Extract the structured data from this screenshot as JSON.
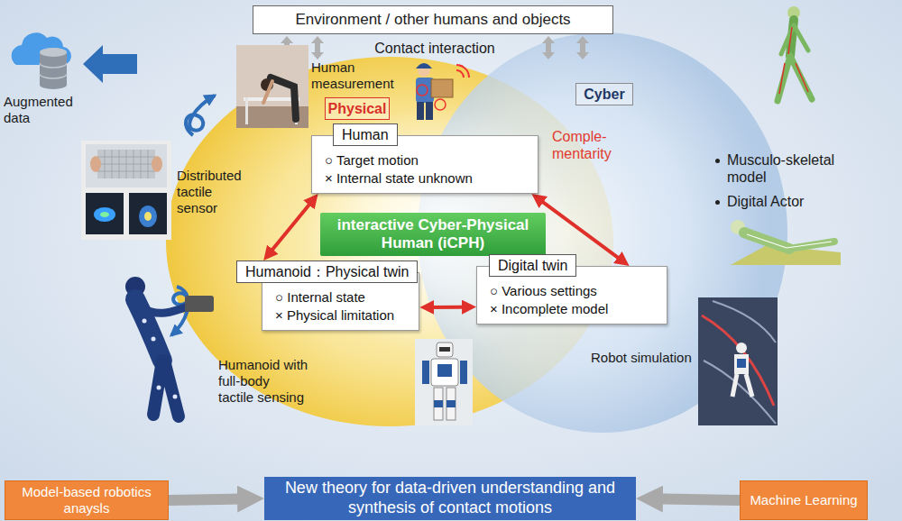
{
  "diagram": {
    "nodes": [
      {
        "text": [
          "Environment / other humans and objects"
        ]
      },
      {
        "text": [
          "Physical"
        ]
      },
      {
        "text": [
          "Cyber"
        ]
      },
      {
        "text": [
          "Human",
          "○ Target motion",
          "× Internal state unknown"
        ]
      },
      {
        "text": [
          "interactive Cyber-Physical Human (iCPH)"
        ]
      },
      {
        "text": [
          "Humanoid：Physical twin",
          "○ Internal state",
          "× Physical limitation"
        ]
      },
      {
        "text": [
          "Digital twin",
          "○ Various settings",
          "× Incomplete model"
        ]
      },
      {
        "text": [
          "Model-based robotics anaysls"
        ]
      },
      {
        "text": [
          "New theory for data-driven understanding and synthesis of contact motions"
        ]
      },
      {
        "text": [
          "Machine Learning"
        ]
      }
    ],
    "edges": [
      {
        "from": 3,
        "to": 5,
        "arrow": "both"
      },
      {
        "from": 3,
        "to": 6,
        "arrow": "both"
      },
      {
        "from": 5,
        "to": 6,
        "arrow": "both"
      },
      {
        "from": 7,
        "to": 8,
        "arrow": "to"
      },
      {
        "from": 9,
        "to": 8,
        "arrow": "to"
      }
    ],
    "labels": [
      "Contact interaction",
      "Human measurement",
      "Augmented data",
      "Distributed tactile sensor",
      "Comple- mentarity",
      "Musculo-skeletal model",
      "Digital Actor",
      "Humanoid with full-body tactile sensing",
      "Robot simulation"
    ]
  }
}
